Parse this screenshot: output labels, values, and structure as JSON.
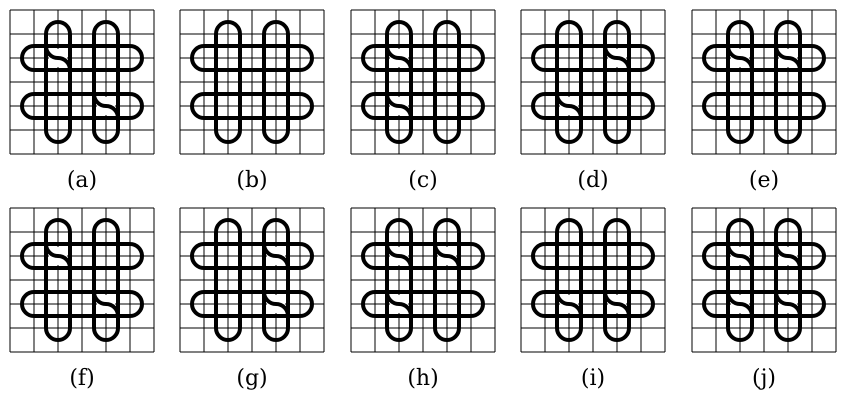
{
  "colors": {
    "background": "#ffffff",
    "grid": "#000000",
    "curve": "#000000"
  },
  "panels": [
    {
      "label": "(a)"
    },
    {
      "label": "(b)"
    },
    {
      "label": "(c)"
    },
    {
      "label": "(d)"
    },
    {
      "label": "(e)"
    },
    {
      "label": "(f)"
    },
    {
      "label": "(g)"
    },
    {
      "label": "(h)"
    },
    {
      "label": "(i)"
    },
    {
      "label": "(j)"
    }
  ]
}
